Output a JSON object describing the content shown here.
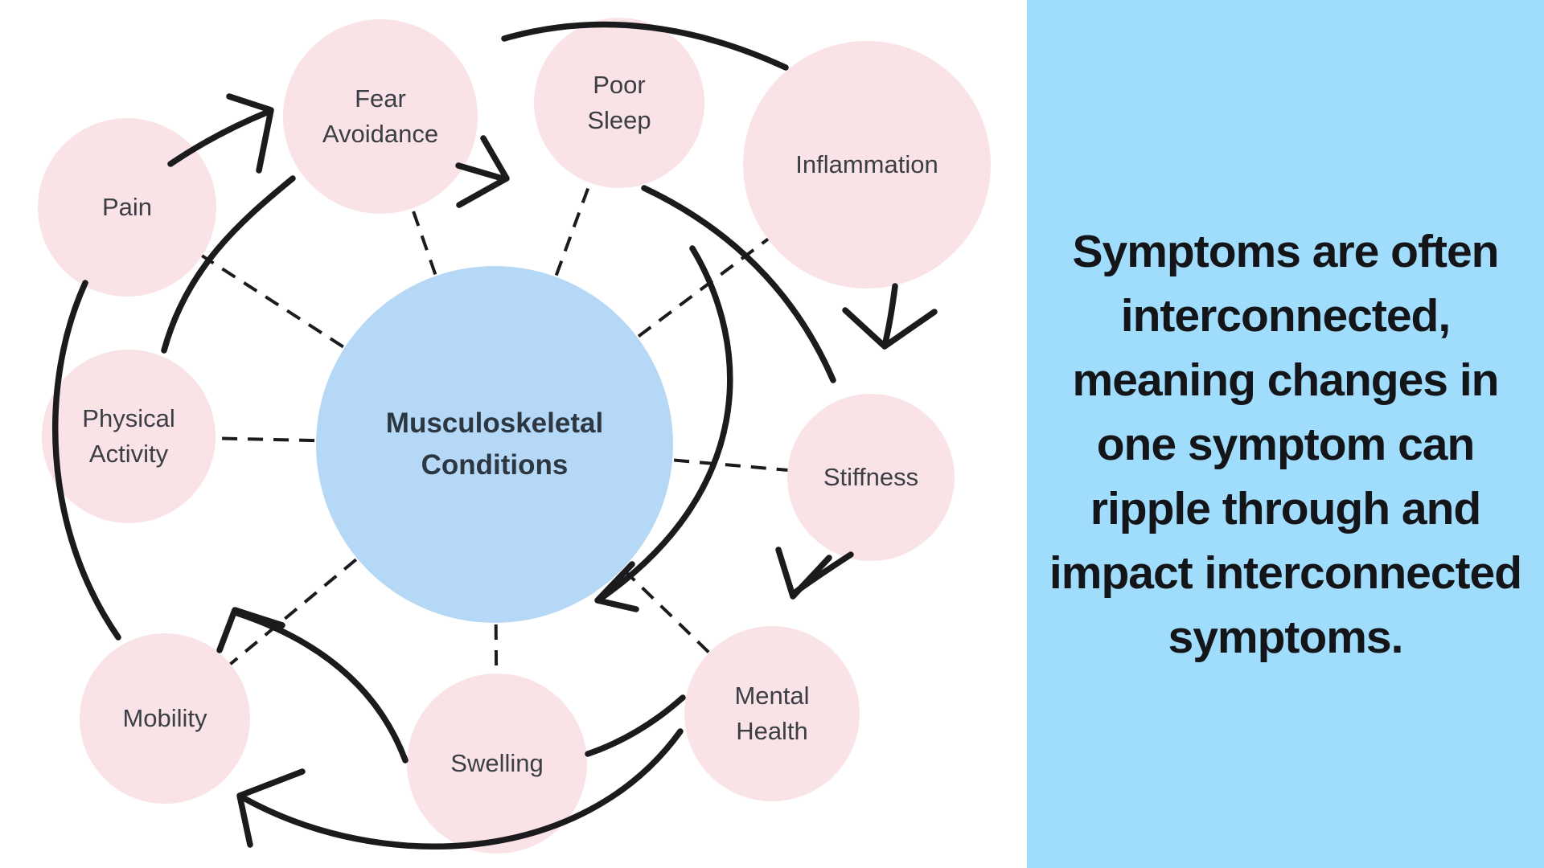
{
  "diagram": {
    "center": {
      "line1": "Musculoskeletal",
      "line2": "Conditions"
    },
    "nodes": [
      {
        "id": "pain",
        "line1": "Pain",
        "line2": ""
      },
      {
        "id": "fear-avoidance",
        "line1": "Fear",
        "line2": "Avoidance"
      },
      {
        "id": "poor-sleep",
        "line1": "Poor",
        "line2": "Sleep"
      },
      {
        "id": "inflammation",
        "line1": "Inflammation",
        "line2": ""
      },
      {
        "id": "stiffness",
        "line1": "Stiffness",
        "line2": ""
      },
      {
        "id": "mental-health",
        "line1": "Mental",
        "line2": "Health"
      },
      {
        "id": "swelling",
        "line1": "Swelling",
        "line2": ""
      },
      {
        "id": "mobility",
        "line1": "Mobility",
        "line2": ""
      },
      {
        "id": "physical-activity",
        "line1": "Physical",
        "line2": "Activity"
      }
    ]
  },
  "panel": {
    "lines": [
      "Symptoms are often",
      "interconnected,",
      "meaning changes in",
      "one symptom can",
      "ripple through and",
      "impact interconnected",
      "symptoms."
    ]
  },
  "colors": {
    "pink": "#fae3e6",
    "center_fill": "#b5d8f6",
    "panel_bg": "#a0dcfb",
    "ink": "#1b1b1d",
    "node_text": "#3b3e45",
    "center_text": "#2c3742",
    "panel_text": "#141518",
    "page_bg": "#ffffff"
  }
}
